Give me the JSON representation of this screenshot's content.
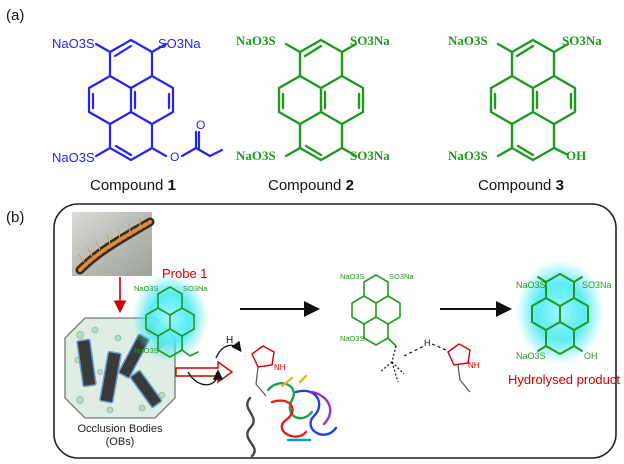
{
  "panel_a": {
    "label": "(a)",
    "compounds": [
      {
        "name_prefix": "Compound ",
        "number": "1",
        "substituents": [
          "NaO3S",
          "SO3Na",
          "NaO3S"
        ]
      },
      {
        "name_prefix": "Compound ",
        "number": "2",
        "substituents": [
          "NaO3S",
          "SO3Na",
          "NaO3S",
          "SO3Na"
        ]
      },
      {
        "name_prefix": "Compound ",
        "number": "3",
        "substituents": [
          "NaO3S",
          "SO3Na",
          "NaO3S",
          "OH"
        ]
      }
    ]
  },
  "panel_b": {
    "label": "(b)",
    "probe_label": "Probe 1",
    "ob_label_line1": "Occlusion Bodies",
    "ob_label_line2": "(OBs)",
    "product_label": "Hydrolysed product",
    "small_substituents": [
      "NaO3S",
      "SO3Na",
      "NaO3S"
    ],
    "mid_substituents": [
      "NaO3S",
      "SO3Na",
      "NaO3S"
    ],
    "product_substituents": [
      "NaO3S",
      "SO3Na",
      "NaO3S",
      "OH"
    ],
    "nh": "NH",
    "h_atom": "H"
  },
  "colors": {
    "blue": "#2424f0",
    "green": "#1f9a1f",
    "red": "#cc0000",
    "cyan_glow": "#3fe8f5",
    "black": "#111111"
  }
}
